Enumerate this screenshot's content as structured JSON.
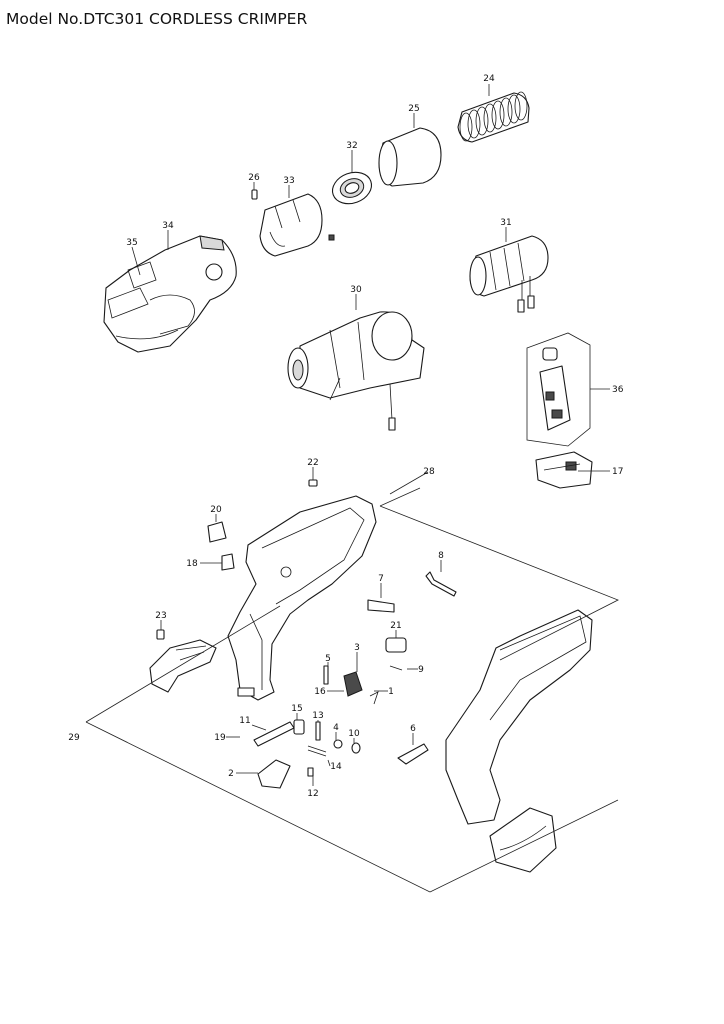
{
  "title": "Model No.DTC301 CORDLESS CRIMPER",
  "callouts": [
    {
      "id": "24",
      "text": "24"
    },
    {
      "id": "25",
      "text": "25"
    },
    {
      "id": "32",
      "text": "32"
    },
    {
      "id": "26",
      "text": "26"
    },
    {
      "id": "33",
      "text": "33"
    },
    {
      "id": "34",
      "text": "34"
    },
    {
      "id": "35",
      "text": "35"
    },
    {
      "id": "31",
      "text": "31"
    },
    {
      "id": "30",
      "text": "30"
    },
    {
      "id": "36",
      "text": "36"
    },
    {
      "id": "17",
      "text": "17"
    },
    {
      "id": "22",
      "text": "22"
    },
    {
      "id": "28",
      "text": "28"
    },
    {
      "id": "20",
      "text": "20"
    },
    {
      "id": "18",
      "text": "18"
    },
    {
      "id": "8",
      "text": "8"
    },
    {
      "id": "7",
      "text": "7"
    },
    {
      "id": "23",
      "text": "23"
    },
    {
      "id": "21",
      "text": "21"
    },
    {
      "id": "3",
      "text": "3"
    },
    {
      "id": "5",
      "text": "5"
    },
    {
      "id": "9",
      "text": "9"
    },
    {
      "id": "16",
      "text": "16"
    },
    {
      "id": "1",
      "text": "1"
    },
    {
      "id": "29",
      "text": "29"
    },
    {
      "id": "11",
      "text": "11"
    },
    {
      "id": "15",
      "text": "15"
    },
    {
      "id": "13",
      "text": "13"
    },
    {
      "id": "4",
      "text": "4"
    },
    {
      "id": "10",
      "text": "10"
    },
    {
      "id": "6",
      "text": "6"
    },
    {
      "id": "19",
      "text": "19"
    },
    {
      "id": "2",
      "text": "2"
    },
    {
      "id": "14",
      "text": "14"
    },
    {
      "id": "12",
      "text": "12"
    }
  ]
}
